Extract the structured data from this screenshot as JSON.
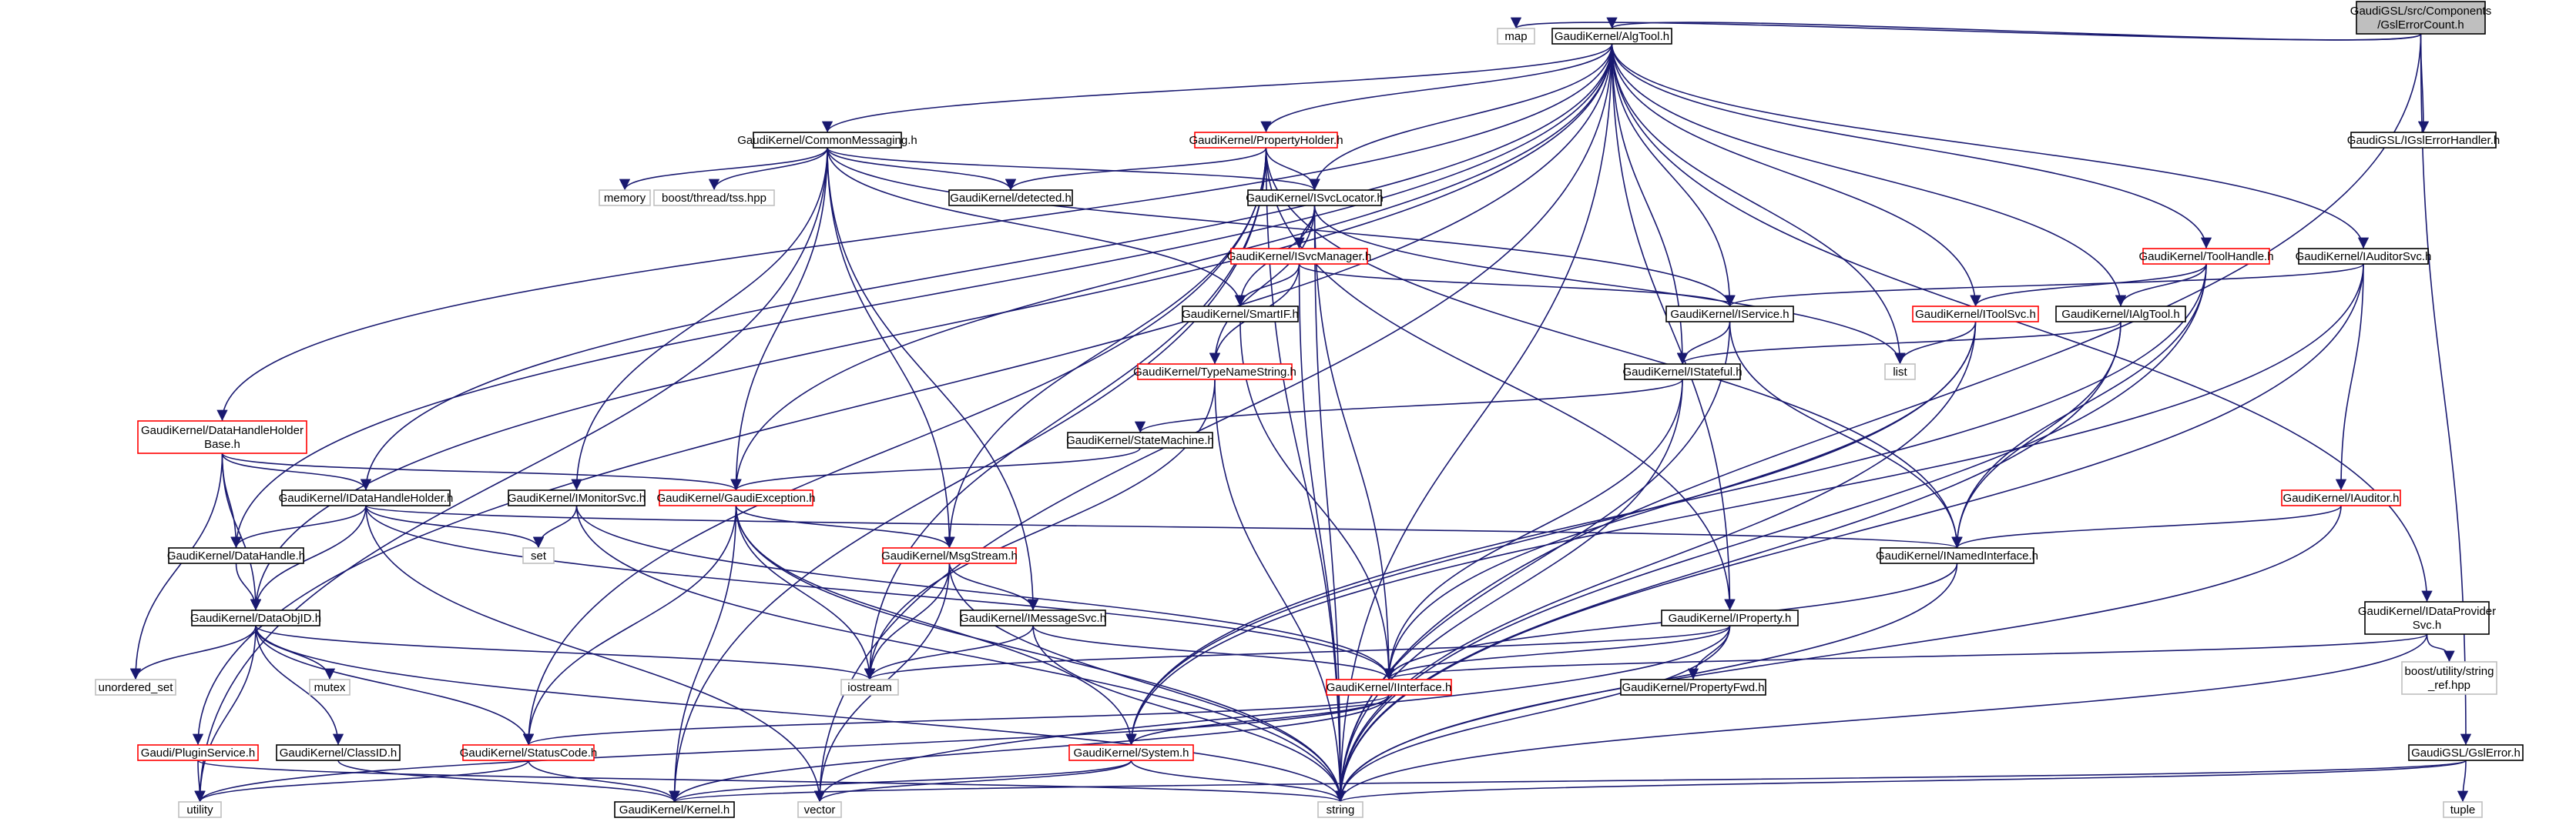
{
  "colors": {
    "edge": "#191970",
    "node_border_black": "#000000",
    "node_border_red": "#ff0000",
    "node_border_gray": "#bfbfbf",
    "root_fill": "#bfbfbf",
    "node_fill": "#ffffff"
  },
  "nodes": [
    {
      "id": "root",
      "lines": [
        "GaudiGSL/src/Components",
        "/GslErrorCount.h"
      ],
      "style": "root"
    },
    {
      "id": "map",
      "lines": [
        "map"
      ],
      "style": "gray"
    },
    {
      "id": "algtool",
      "lines": [
        "GaudiKernel/AlgTool.h"
      ],
      "style": "black"
    },
    {
      "id": "igslerrorhandler",
      "lines": [
        "GaudiGSL/IGslErrorHandler.h"
      ],
      "style": "black"
    },
    {
      "id": "commonmessaging",
      "lines": [
        "GaudiKernel/CommonMessaging.h"
      ],
      "style": "black"
    },
    {
      "id": "propertyholder",
      "lines": [
        "GaudiKernel/PropertyHolder.h"
      ],
      "style": "red"
    },
    {
      "id": "memory",
      "lines": [
        "memory"
      ],
      "style": "gray"
    },
    {
      "id": "boostthread",
      "lines": [
        "boost/thread/tss.hpp"
      ],
      "style": "gray"
    },
    {
      "id": "detected",
      "lines": [
        "GaudiKernel/detected.h"
      ],
      "style": "black"
    },
    {
      "id": "isvclocator",
      "lines": [
        "GaudiKernel/ISvcLocator.h"
      ],
      "style": "black"
    },
    {
      "id": "isvcmanager",
      "lines": [
        "GaudiKernel/ISvcManager.h"
      ],
      "style": "red"
    },
    {
      "id": "smartif",
      "lines": [
        "GaudiKernel/SmartIF.h"
      ],
      "style": "black"
    },
    {
      "id": "tooljhandle",
      "lines": [
        "GaudiKernel/ToolHandle.h"
      ],
      "style": "red"
    },
    {
      "id": "iauditorsvc",
      "lines": [
        "GaudiKernel/IAuditorSvc.h"
      ],
      "style": "black"
    },
    {
      "id": "iservice",
      "lines": [
        "GaudiKernel/IService.h"
      ],
      "style": "black"
    },
    {
      "id": "itoolsvc",
      "lines": [
        "GaudiKernel/IToolSvc.h"
      ],
      "style": "red"
    },
    {
      "id": "ialgtool",
      "lines": [
        "GaudiKernel/IAlgTool.h"
      ],
      "style": "black"
    },
    {
      "id": "list",
      "lines": [
        "list"
      ],
      "style": "gray"
    },
    {
      "id": "typenamestring",
      "lines": [
        "GaudiKernel/TypeNameString.h"
      ],
      "style": "red"
    },
    {
      "id": "istateful",
      "lines": [
        "GaudiKernel/IStateful.h"
      ],
      "style": "black"
    },
    {
      "id": "datahandleholderbase",
      "lines": [
        "GaudiKernel/DataHandleHolder",
        "Base.h"
      ],
      "style": "red"
    },
    {
      "id": "statemachine",
      "lines": [
        "GaudiKernel/StateMachine.h"
      ],
      "style": "black"
    },
    {
      "id": "idatahandleholder",
      "lines": [
        "GaudiKernel/IDataHandleHolder.h"
      ],
      "style": "black"
    },
    {
      "id": "imonitorsvc",
      "lines": [
        "GaudiKernel/IMonitorSvc.h"
      ],
      "style": "black"
    },
    {
      "id": "gaudiexception",
      "lines": [
        "GaudiKernel/GaudiException.h"
      ],
      "style": "red"
    },
    {
      "id": "iauditor",
      "lines": [
        "GaudiKernel/IAuditor.h"
      ],
      "style": "red"
    },
    {
      "id": "set",
      "lines": [
        "set"
      ],
      "style": "gray"
    },
    {
      "id": "datahandle",
      "lines": [
        "GaudiKernel/DataHandle.h"
      ],
      "style": "black"
    },
    {
      "id": "msgstream",
      "lines": [
        "GaudiKernel/MsgStream.h"
      ],
      "style": "red"
    },
    {
      "id": "inamedinterface",
      "lines": [
        "GaudiKernel/INamedInterface.h"
      ],
      "style": "black"
    },
    {
      "id": "imessagesvc",
      "lines": [
        "GaudiKernel/IMessageSvc.h"
      ],
      "style": "black"
    },
    {
      "id": "iproperty",
      "lines": [
        "GaudiKernel/IProperty.h"
      ],
      "style": "black"
    },
    {
      "id": "idataprovidersvc",
      "lines": [
        "GaudiKernel/IDataProvider",
        "Svc.h"
      ],
      "style": "black"
    },
    {
      "id": "dataobjid",
      "lines": [
        "GaudiKernel/DataObjID.h"
      ],
      "style": "black"
    },
    {
      "id": "mutex",
      "lines": [
        "mutex"
      ],
      "style": "gray"
    },
    {
      "id": "unordered_set",
      "lines": [
        "unordered_set"
      ],
      "style": "gray"
    },
    {
      "id": "iostream",
      "lines": [
        "iostream"
      ],
      "style": "gray"
    },
    {
      "id": "iinterface",
      "lines": [
        "GaudiKernel/IInterface.h"
      ],
      "style": "red"
    },
    {
      "id": "propertyfwd",
      "lines": [
        "GaudiKernel/PropertyFwd.h"
      ],
      "style": "black"
    },
    {
      "id": "boostutility",
      "lines": [
        "boost/utility/string",
        "_ref.hpp"
      ],
      "style": "gray"
    },
    {
      "id": "pluginservice",
      "lines": [
        "Gaudi/PluginService.h"
      ],
      "style": "red"
    },
    {
      "id": "classid",
      "lines": [
        "GaudiKernel/ClassID.h"
      ],
      "style": "black"
    },
    {
      "id": "statuscode",
      "lines": [
        "GaudiKernel/StatusCode.h"
      ],
      "style": "red"
    },
    {
      "id": "system",
      "lines": [
        "GaudiKernel/System.h"
      ],
      "style": "red"
    },
    {
      "id": "gslerror",
      "lines": [
        "GaudiGSL/GslError.h"
      ],
      "style": "black"
    },
    {
      "id": "utility",
      "lines": [
        "utility"
      ],
      "style": "gray"
    },
    {
      "id": "kernel",
      "lines": [
        "GaudiKernel/Kernel.h"
      ],
      "style": "black"
    },
    {
      "id": "vector",
      "lines": [
        "vector"
      ],
      "style": "gray"
    },
    {
      "id": "string",
      "lines": [
        "string"
      ],
      "style": "gray"
    },
    {
      "id": "tuple",
      "lines": [
        "tuple"
      ],
      "style": "gray"
    }
  ],
  "edges": [
    [
      "root",
      "map"
    ],
    [
      "root",
      "algtool"
    ],
    [
      "root",
      "igslerrorhandler"
    ],
    [
      "root",
      "gslerror"
    ],
    [
      "root",
      "string"
    ],
    [
      "algtool",
      "commonmessaging"
    ],
    [
      "algtool",
      "propertyholder"
    ],
    [
      "algtool",
      "isvclocator"
    ],
    [
      "algtool",
      "iservice"
    ],
    [
      "algtool",
      "tooljhandle"
    ],
    [
      "algtool",
      "iauditorsvc"
    ],
    [
      "algtool",
      "itoolsvc"
    ],
    [
      "algtool",
      "ialgtool"
    ],
    [
      "algtool",
      "list"
    ],
    [
      "algtool",
      "istateful"
    ],
    [
      "algtool",
      "datahandleholderbase"
    ],
    [
      "algtool",
      "idatahandleholder"
    ],
    [
      "algtool",
      "datahandle"
    ],
    [
      "algtool",
      "dataobjid"
    ],
    [
      "algtool",
      "pluginservice"
    ],
    [
      "algtool",
      "idataprovidersvc"
    ],
    [
      "algtool",
      "iproperty"
    ],
    [
      "algtool",
      "vector"
    ],
    [
      "algtool",
      "string"
    ],
    [
      "algtool",
      "gaudiexception"
    ],
    [
      "commonmessaging",
      "memory"
    ],
    [
      "commonmessaging",
      "boostthread"
    ],
    [
      "commonmessaging",
      "detected"
    ],
    [
      "commonmessaging",
      "isvclocator"
    ],
    [
      "commonmessaging",
      "smartif"
    ],
    [
      "commonmessaging",
      "iservice"
    ],
    [
      "commonmessaging",
      "imonitorsvc"
    ],
    [
      "commonmessaging",
      "gaudiexception"
    ],
    [
      "commonmessaging",
      "msgstream"
    ],
    [
      "commonmessaging",
      "imessagesvc"
    ],
    [
      "commonmessaging",
      "utility"
    ],
    [
      "propertyholder",
      "detected"
    ],
    [
      "propertyholder",
      "isvclocator"
    ],
    [
      "propertyholder",
      "msgstream"
    ],
    [
      "propertyholder",
      "iproperty"
    ],
    [
      "propertyholder",
      "inamedinterface"
    ],
    [
      "propertyholder",
      "iostream"
    ],
    [
      "propertyholder",
      "string"
    ],
    [
      "propertyholder",
      "statuscode"
    ],
    [
      "propertyholder",
      "kernel"
    ],
    [
      "isvclocator",
      "isvcmanager"
    ],
    [
      "isvclocator",
      "smartif"
    ],
    [
      "isvclocator",
      "typenamestring"
    ],
    [
      "isvclocator",
      "iinterface"
    ],
    [
      "isvclocator",
      "list"
    ],
    [
      "isvclocator",
      "string"
    ],
    [
      "isvcmanager",
      "smartif"
    ],
    [
      "isvcmanager",
      "iservice"
    ],
    [
      "isvcmanager",
      "typenamestring"
    ],
    [
      "isvcmanager",
      "string"
    ],
    [
      "smartif",
      "iinterface"
    ],
    [
      "tooljhandle",
      "ialgtool"
    ],
    [
      "tooljhandle",
      "itoolsvc"
    ],
    [
      "tooljhandle",
      "inamedinterface"
    ],
    [
      "tooljhandle",
      "system"
    ],
    [
      "tooljhandle",
      "string"
    ],
    [
      "iauditorsvc",
      "iservice"
    ],
    [
      "iauditorsvc",
      "iauditor"
    ],
    [
      "iauditorsvc",
      "string"
    ],
    [
      "iauditorsvc",
      "system"
    ],
    [
      "iservice",
      "istateful"
    ],
    [
      "iservice",
      "inamedinterface"
    ],
    [
      "iservice",
      "string"
    ],
    [
      "itoolsvc",
      "list"
    ],
    [
      "itoolsvc",
      "iinterface"
    ],
    [
      "itoolsvc",
      "system"
    ],
    [
      "itoolsvc",
      "string"
    ],
    [
      "ialgtool",
      "istateful"
    ],
    [
      "ialgtool",
      "inamedinterface"
    ],
    [
      "ialgtool",
      "string"
    ],
    [
      "typenamestring",
      "string"
    ],
    [
      "typenamestring",
      "iostream"
    ],
    [
      "istateful",
      "statemachine"
    ],
    [
      "istateful",
      "iinterface"
    ],
    [
      "istateful",
      "string"
    ],
    [
      "datahandleholderbase",
      "idatahandleholder"
    ],
    [
      "datahandleholderbase",
      "datahandle"
    ],
    [
      "datahandleholderbase",
      "dataobjid"
    ],
    [
      "datahandleholderbase",
      "gaudiexception"
    ],
    [
      "datahandleholderbase",
      "unordered_set"
    ],
    [
      "statemachine",
      "gaudiexception"
    ],
    [
      "idatahandleholder",
      "datahandle"
    ],
    [
      "idatahandleholder",
      "dataobjid"
    ],
    [
      "idatahandleholder",
      "set"
    ],
    [
      "idatahandleholder",
      "inamedinterface"
    ],
    [
      "idatahandleholder",
      "iinterface"
    ],
    [
      "idatahandleholder",
      "vector"
    ],
    [
      "imonitorsvc",
      "set"
    ],
    [
      "imonitorsvc",
      "iinterface"
    ],
    [
      "imonitorsvc",
      "string"
    ],
    [
      "gaudiexception",
      "msgstream"
    ],
    [
      "gaudiexception",
      "statuscode"
    ],
    [
      "gaudiexception",
      "system"
    ],
    [
      "gaudiexception",
      "iostream"
    ],
    [
      "gaudiexception",
      "string"
    ],
    [
      "gaudiexception",
      "kernel"
    ],
    [
      "iauditor",
      "inamedinterface"
    ],
    [
      "iauditor",
      "string"
    ],
    [
      "datahandle",
      "dataobjid"
    ],
    [
      "msgstream",
      "imessagesvc"
    ],
    [
      "msgstream",
      "iostream"
    ],
    [
      "msgstream",
      "vector"
    ],
    [
      "msgstream",
      "string"
    ],
    [
      "inamedinterface",
      "iinterface"
    ],
    [
      "inamedinterface",
      "string"
    ],
    [
      "imessagesvc",
      "iinterface"
    ],
    [
      "imessagesvc",
      "iostream"
    ],
    [
      "imessagesvc",
      "string"
    ],
    [
      "iproperty",
      "iinterface"
    ],
    [
      "iproperty",
      "propertyfwd"
    ],
    [
      "iproperty",
      "iostream"
    ],
    [
      "iproperty",
      "string"
    ],
    [
      "iproperty",
      "vector"
    ],
    [
      "idataprovidersvc",
      "iinterface"
    ],
    [
      "idataprovidersvc",
      "boostutility"
    ],
    [
      "idataprovidersvc",
      "string"
    ],
    [
      "dataobjid",
      "unordered_set"
    ],
    [
      "dataobjid",
      "mutex"
    ],
    [
      "dataobjid",
      "iostream"
    ],
    [
      "dataobjid",
      "classid"
    ],
    [
      "dataobjid",
      "statuscode"
    ],
    [
      "dataobjid",
      "string"
    ],
    [
      "dataobjid",
      "utility"
    ],
    [
      "iinterface",
      "statuscode"
    ],
    [
      "iinterface",
      "system"
    ],
    [
      "iinterface",
      "kernel"
    ],
    [
      "iinterface",
      "utility"
    ],
    [
      "pluginservice",
      "utility"
    ],
    [
      "pluginservice",
      "string"
    ],
    [
      "classid",
      "kernel"
    ],
    [
      "statuscode",
      "utility"
    ],
    [
      "statuscode",
      "kernel"
    ],
    [
      "system",
      "kernel"
    ],
    [
      "system",
      "vector"
    ],
    [
      "system",
      "string"
    ],
    [
      "gslerror",
      "string"
    ],
    [
      "gslerror",
      "tuple"
    ],
    [
      "gslerror",
      "kernel"
    ]
  ]
}
